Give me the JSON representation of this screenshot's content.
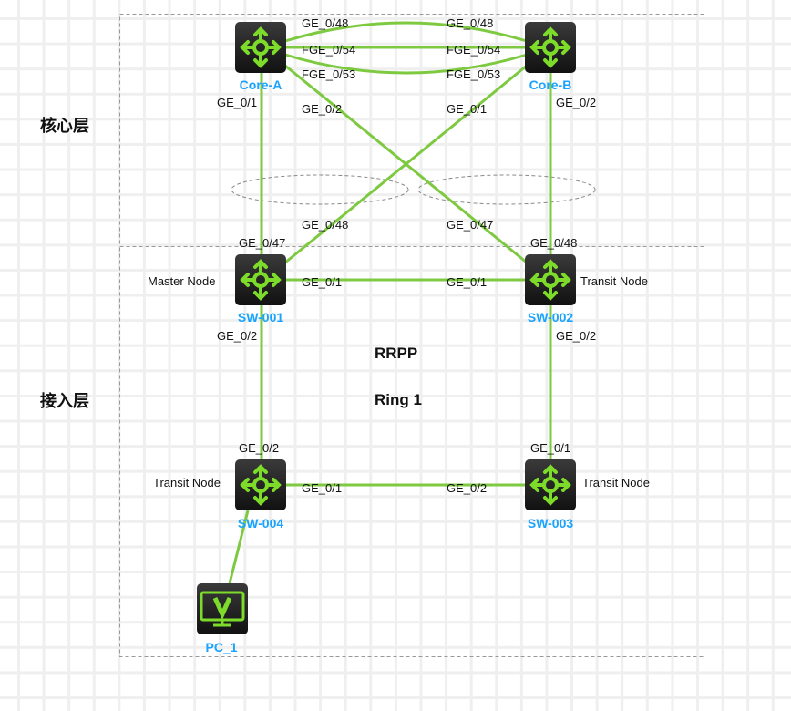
{
  "layers": {
    "core": "核心层",
    "access": "接入层"
  },
  "ring": {
    "protocol": "RRPP",
    "name": "Ring 1"
  },
  "link_color": "#7dc940",
  "device_name_color": "#1aa3ff",
  "devices": [
    {
      "name": "Core-A",
      "icon": "router-icon"
    },
    {
      "name": "Core-B",
      "icon": "router-icon"
    },
    {
      "name": "SW-001",
      "icon": "router-icon",
      "role": "Master Node"
    },
    {
      "name": "SW-002",
      "icon": "router-icon",
      "role": "Transit Node"
    },
    {
      "name": "SW-003",
      "icon": "router-icon",
      "role": "Transit Node"
    },
    {
      "name": "SW-004",
      "icon": "router-icon",
      "role": "Transit Node"
    },
    {
      "name": "PC_1",
      "icon": "pc-monitor-icon"
    }
  ],
  "ports": {
    "coreA_ge48": "GE_0/48",
    "coreB_ge48": "GE_0/48",
    "coreA_fge54": "FGE_0/54",
    "coreB_fge54": "FGE_0/54",
    "coreA_fge53": "FGE_0/53",
    "coreB_fge53": "FGE_0/53",
    "coreA_ge1": "GE_0/1",
    "coreA_ge2": "GE_0/2",
    "coreB_ge1": "GE_0/1",
    "coreB_ge2": "GE_0/2",
    "sw001_ge48": "GE_0/48",
    "sw001_ge47": "GE_0/47",
    "sw002_ge47": "GE_0/47",
    "sw002_ge48": "GE_0/48",
    "sw001_ge1": "GE_0/1",
    "sw002_ge1": "GE_0/1",
    "sw001_ge2": "GE_0/2",
    "sw002_ge2": "GE_0/2",
    "sw004_ge2": "GE_0/2",
    "sw003_ge1": "GE_0/1",
    "sw004_ge1": "GE_0/1",
    "sw003_ge2": "GE_0/2"
  }
}
